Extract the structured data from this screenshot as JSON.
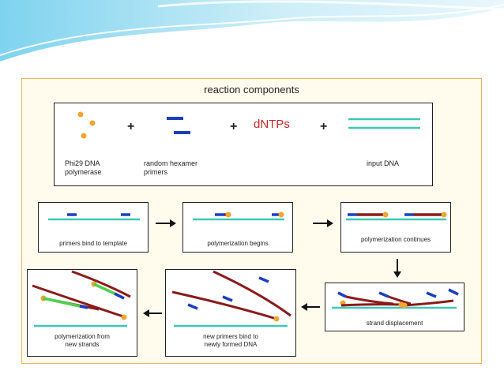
{
  "diagram": {
    "title": "reaction components",
    "components": {
      "polymerase_label_1": "Phi29 DNA",
      "polymerase_label_2": "polymerase",
      "primers_label_1": "random  hexamer",
      "primers_label_2": "primers",
      "dntps_label": "dNTPs",
      "input_dna_label": "input DNA",
      "plus_symbol": "+"
    },
    "steps": [
      {
        "caption_1": "primers bind to template",
        "caption_2": ""
      },
      {
        "caption_1": "polymerization  begins",
        "caption_2": ""
      },
      {
        "caption_1": "polymerization continues",
        "caption_2": ""
      },
      {
        "caption_1": "strand displacement",
        "caption_2": ""
      },
      {
        "caption_1": "new primers bind to",
        "caption_2": "newly formed DNA"
      },
      {
        "caption_1": "polymerization from",
        "caption_2": "new strands"
      }
    ],
    "colors": {
      "template": "#3ec7b5",
      "primer": "#1a3fbf",
      "new_strand": "#8b1a1a",
      "polymerase": "#f2a531",
      "second_gen_strand": "#4cd14c",
      "panel_border": "#f0b25a"
    }
  }
}
